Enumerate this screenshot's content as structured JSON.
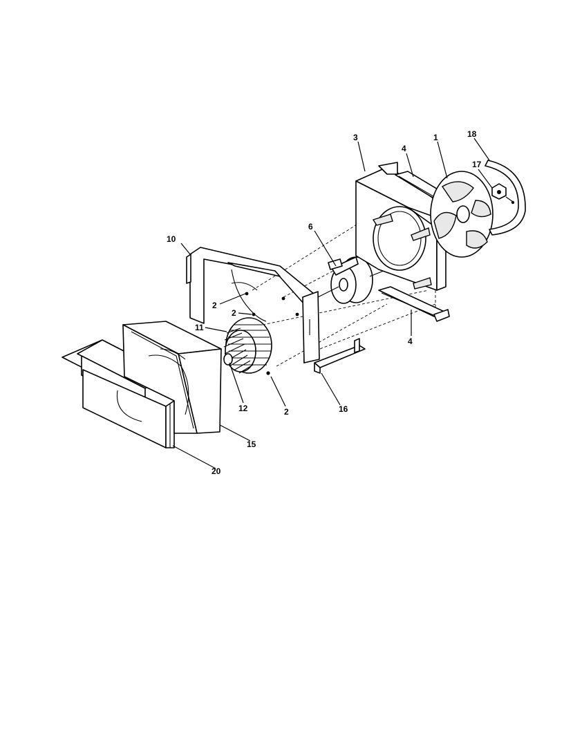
{
  "callouts": {
    "c1": "1",
    "c2a": "2",
    "c2b": "2",
    "c2c": "2",
    "c3": "3",
    "c4a": "4",
    "c4b": "4",
    "c6": "6",
    "c10": "10",
    "c11": "11",
    "c12": "12",
    "c15": "15",
    "c16": "16",
    "c17": "17",
    "c18": "18",
    "c20": "20"
  }
}
